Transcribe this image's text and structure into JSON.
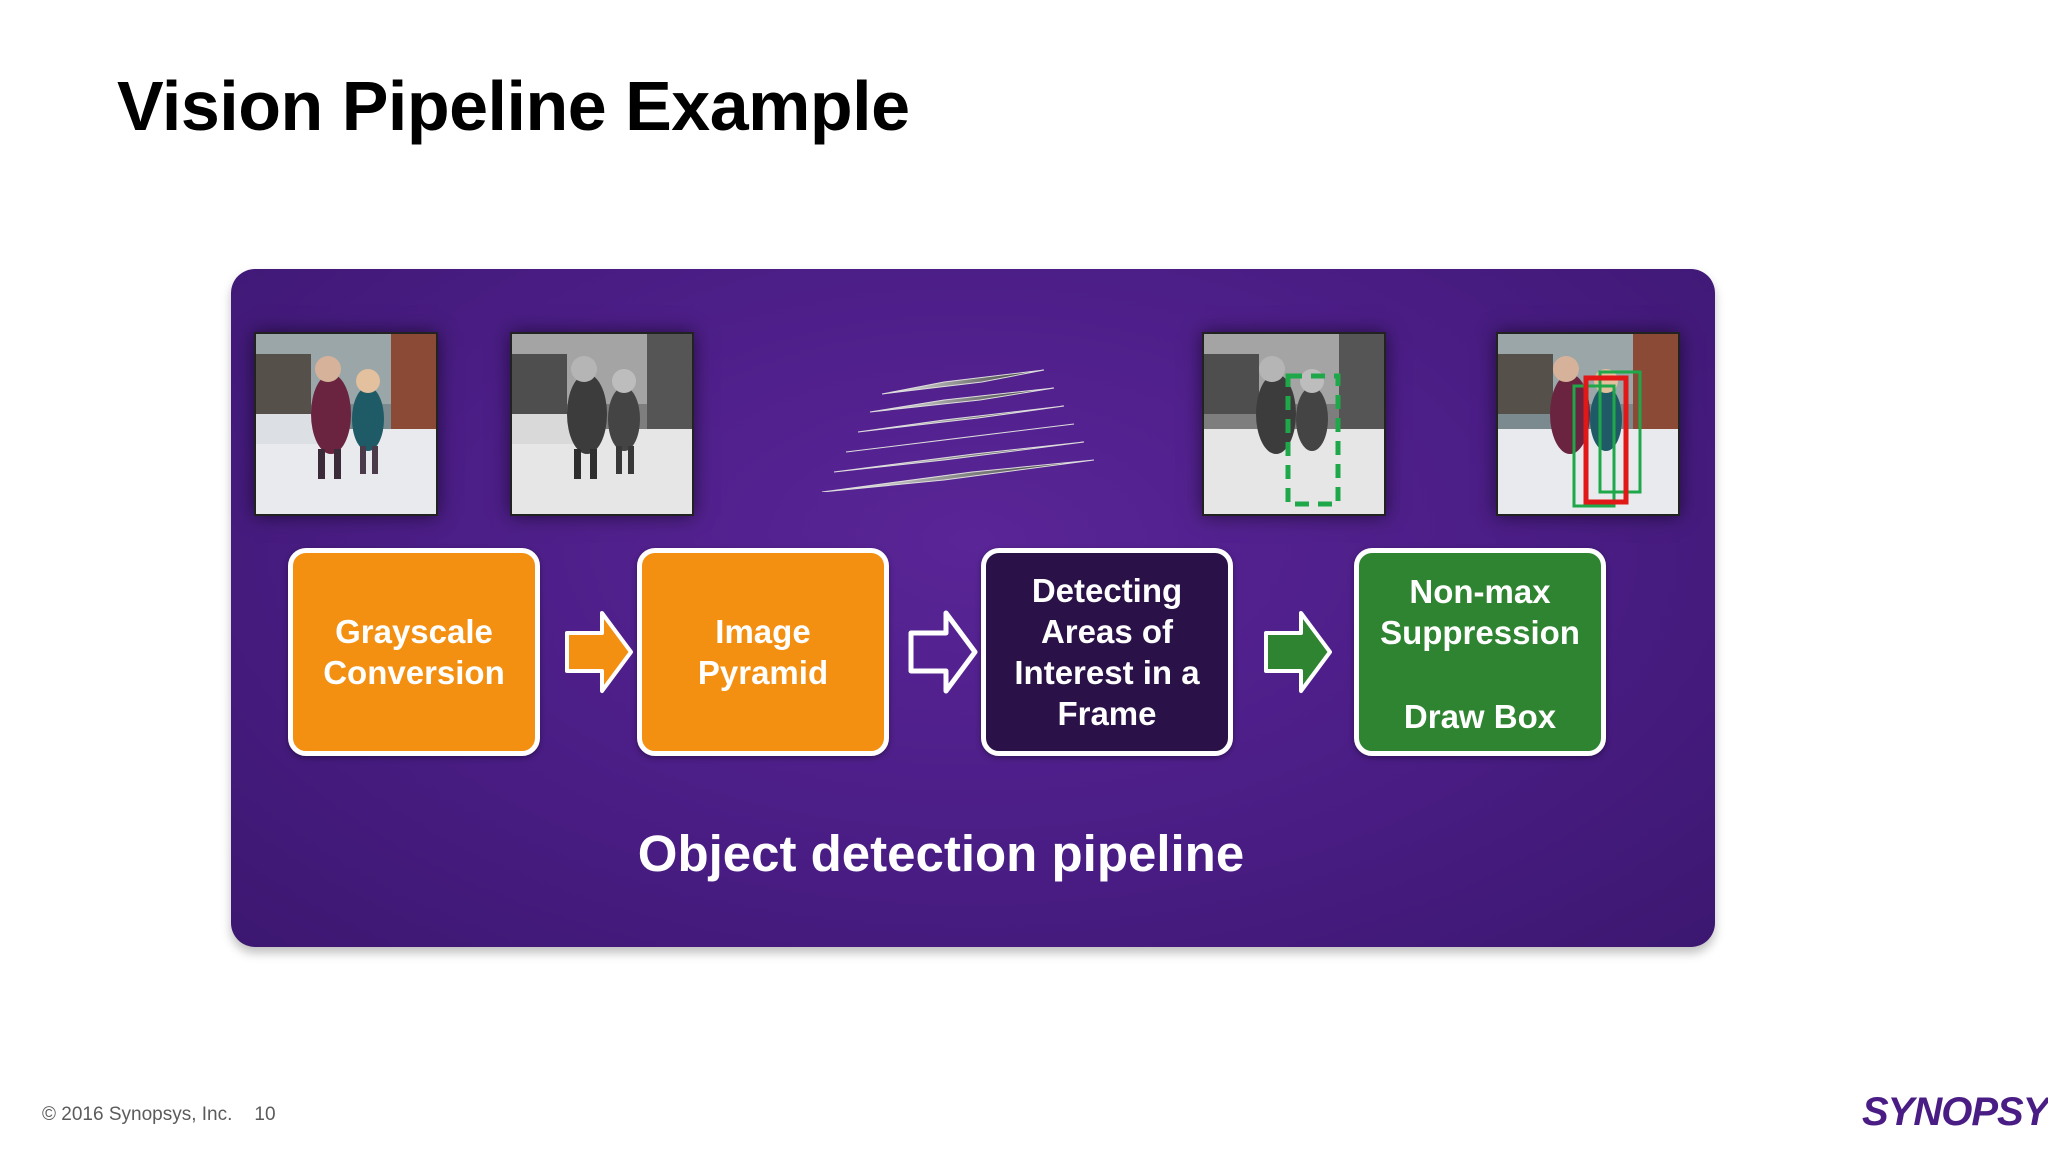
{
  "slide": {
    "title": "Vision Pipeline Example",
    "subtitle": "Object detection pipeline"
  },
  "steps": [
    {
      "label": "Grayscale\nConversion",
      "color": "#f39012"
    },
    {
      "label": "Image\nPyramid",
      "color": "#f39012"
    },
    {
      "label": "Detecting\nAreas of\nInterest in a\nFrame",
      "color": "#2a1147"
    },
    {
      "label_top": "Non-max\nSuppression",
      "label_bottom": "Draw Box",
      "color": "#2f8431"
    }
  ],
  "arrows": [
    {
      "style": "filled-orange",
      "color": "#f39012"
    },
    {
      "style": "outline-white",
      "color": "#ffffff"
    },
    {
      "style": "filled-green",
      "color": "#2f8431"
    }
  ],
  "colors": {
    "panel": "#4a1d85",
    "accent_orange": "#f39012",
    "accent_green": "#2f8431",
    "dark_box": "#2a1147",
    "detection_green": "#1fa84a",
    "detection_red": "#e01818"
  },
  "footer": {
    "copyright": "© 2016 Synopsys, Inc.",
    "page_number": "10"
  },
  "logo": {
    "text": "SYNOPSYS",
    "mark": "®"
  }
}
